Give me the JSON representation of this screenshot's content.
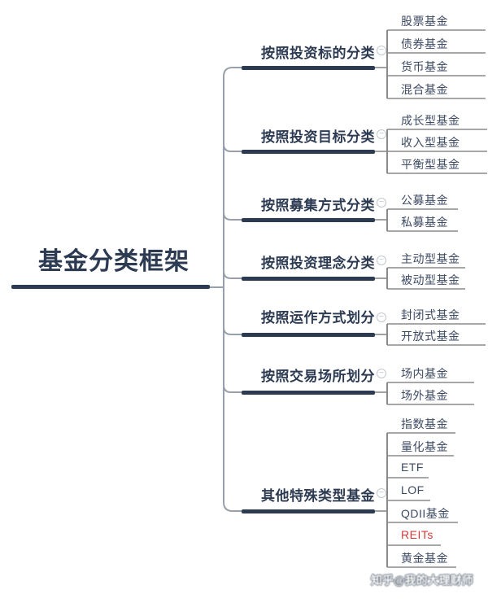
{
  "root": {
    "label": "基金分类框架"
  },
  "ui": {
    "collapse_glyph": "−"
  },
  "branches": [
    {
      "label": "按照投资标的分类",
      "children": [
        {
          "label": "股票基金"
        },
        {
          "label": "债券基金"
        },
        {
          "label": "货币基金"
        },
        {
          "label": "混合基金"
        }
      ]
    },
    {
      "label": "按照投资目标分类",
      "children": [
        {
          "label": "成长型基金"
        },
        {
          "label": "收入型基金"
        },
        {
          "label": "平衡型基金"
        }
      ]
    },
    {
      "label": "按照募集方式分类",
      "children": [
        {
          "label": "公募基金"
        },
        {
          "label": "私募基金"
        }
      ]
    },
    {
      "label": "按照投资理念分类",
      "children": [
        {
          "label": "主动型基金"
        },
        {
          "label": "被动型基金"
        }
      ]
    },
    {
      "label": "按照运作方式划分",
      "children": [
        {
          "label": "封闭式基金"
        },
        {
          "label": "开放式基金"
        }
      ]
    },
    {
      "label": "按照交易场所划分",
      "children": [
        {
          "label": "场内基金"
        },
        {
          "label": "场外基金"
        }
      ]
    },
    {
      "label": "其他特殊类型基金",
      "children": [
        {
          "label": "指数基金"
        },
        {
          "label": "量化基金"
        },
        {
          "label": "ETF"
        },
        {
          "label": "LOF"
        },
        {
          "label": "QDII基金"
        },
        {
          "label": "REITs",
          "highlight": true
        },
        {
          "label": "黄金基金"
        }
      ]
    }
  ],
  "watermark": {
    "text": "知乎@我的大理财师"
  },
  "colors": {
    "primary_navy": "#2c3a52",
    "leaf_text": "#3d4a63",
    "connector_gray": "#8a8a8a",
    "highlight_red": "#d33a3a",
    "background": "#ffffff"
  }
}
